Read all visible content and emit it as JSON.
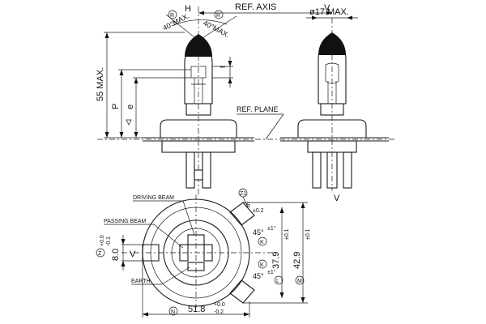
{
  "top": {
    "ref_axis": "REF. AXIS",
    "h_mark": "H",
    "v_mark": "V",
    "diameter": "ø17 MAX.",
    "angle_left": "40°MAX.",
    "angle_right": "40°MAX.",
    "ref_plane": "REF. PLANE",
    "height_max": "55 MAX.",
    "p_mark": "P",
    "e_mark": "e",
    "f_mark": "f",
    "v_bottom": "V",
    "r_mark": "R"
  },
  "bottom": {
    "driving_beam": "DRIVING BEAM",
    "passing_beam": "PASSING BEAM",
    "earth": "EARTH",
    "width_value": "51.8",
    "width_tol_upper": "+0.0",
    "width_tol_lower": "-0.2",
    "n_mark": "N",
    "z_mark": "Z",
    "z_tol_upper": "+0.0",
    "z_tol_lower": "-0.1",
    "left_height": "8.0",
    "v_mark": "V",
    "z1_mark": "Z1",
    "tab_value": "6",
    "tab_tol": "±0.2",
    "angle_top": "45°",
    "angle_top_tol": "±1°",
    "angle_bottom": "45°",
    "angle_bottom_tol": "±1°",
    "l_dim": "37.9",
    "l_tol": "±0.1",
    "l_mark": "L",
    "m_dim": "42.9",
    "m_tol": "±0.1",
    "m_mark": "M",
    "k_mark": "K"
  }
}
